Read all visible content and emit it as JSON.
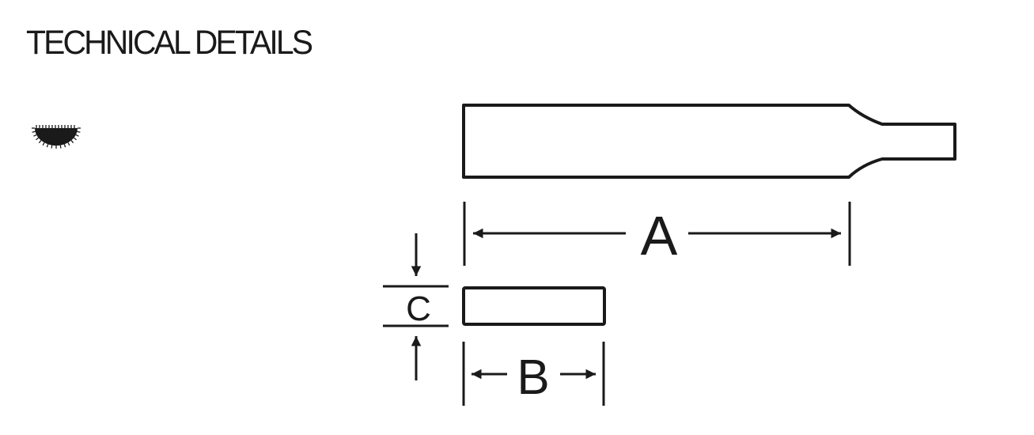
{
  "header": {
    "title": "TECHNICAL DETAILS"
  },
  "icon": {
    "name": "half-round-file-cross-section-icon"
  },
  "diagram": {
    "dimension_a": "A",
    "dimension_b": "B",
    "dimension_c": "C",
    "stroke_color": "#1a1a1a"
  }
}
